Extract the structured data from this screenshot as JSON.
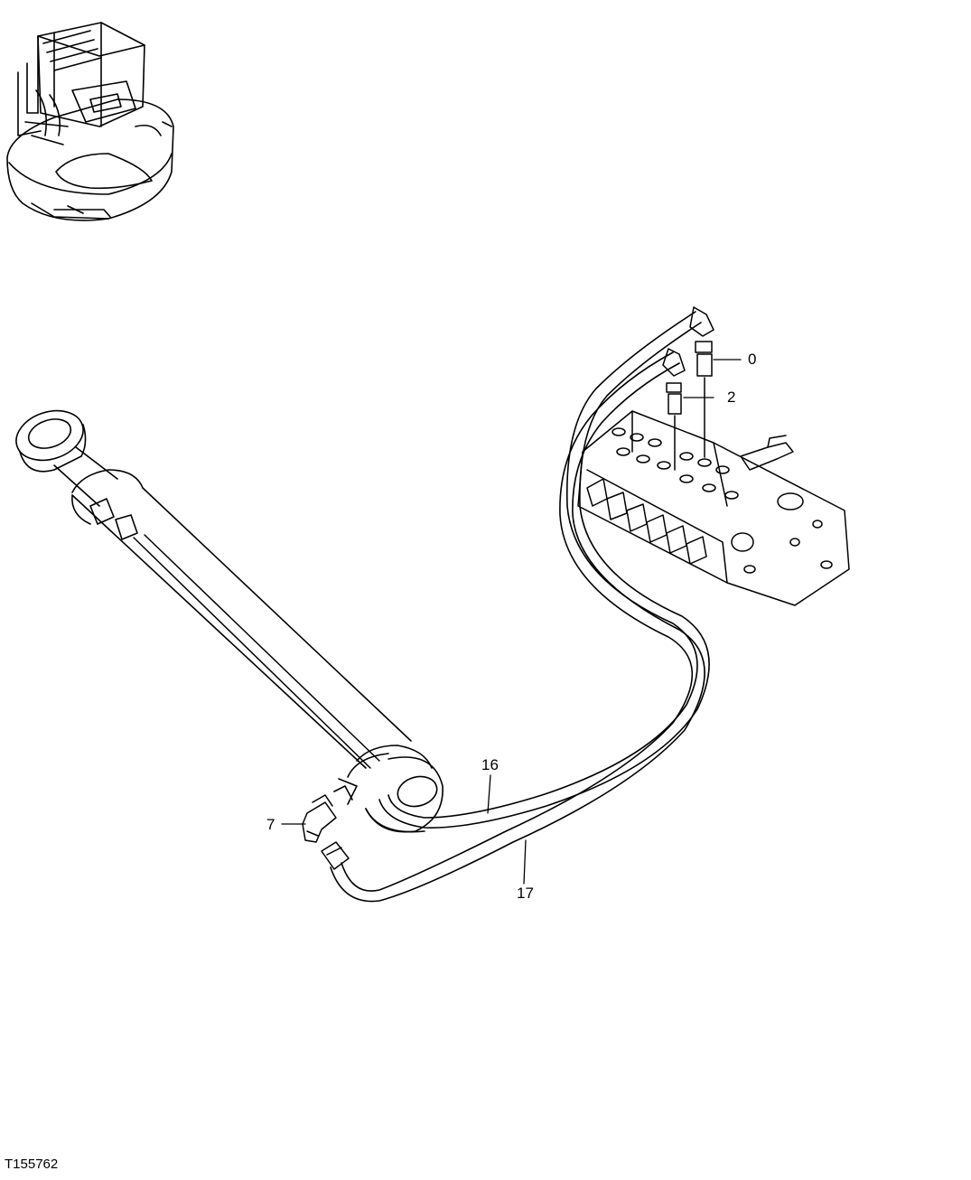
{
  "diagram": {
    "id_label": "T155762",
    "callouts": {
      "part_0": "0",
      "part_2": "2",
      "part_7": "7",
      "part_16": "16",
      "part_17": "17"
    },
    "colors": {
      "ink": "#000000",
      "paper": "#ffffff"
    }
  }
}
